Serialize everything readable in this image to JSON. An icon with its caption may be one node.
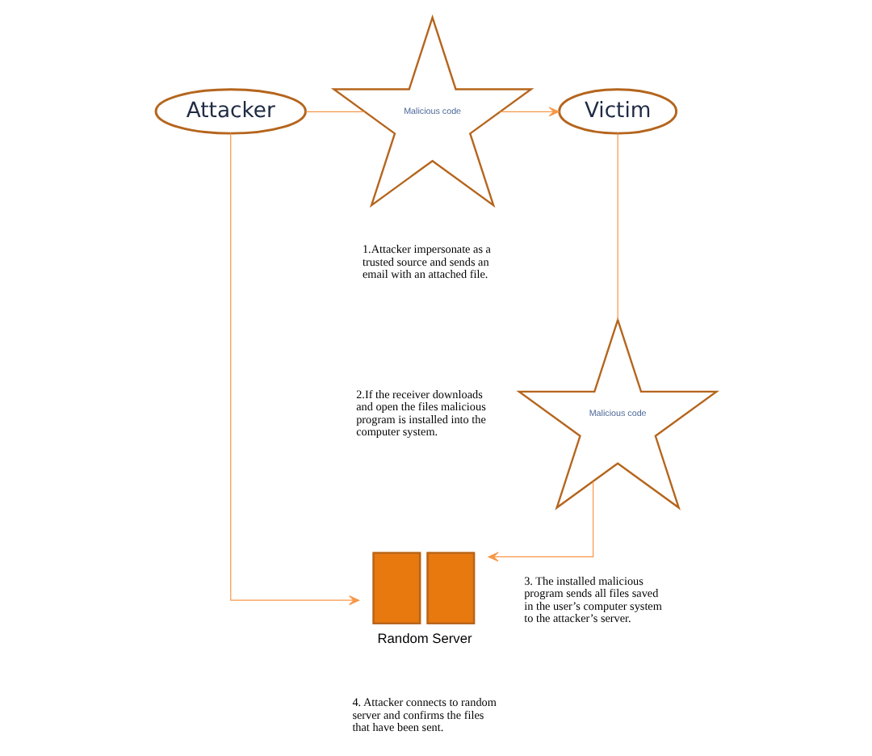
{
  "diagram": {
    "nodes": [
      {
        "text": [
          "Attacker"
        ]
      },
      {
        "text": [
          "Malicious code"
        ]
      },
      {
        "text": [
          "Victim"
        ]
      },
      {
        "text": [
          "Malicious code"
        ]
      },
      {
        "text": [
          "Random Server"
        ]
      }
    ],
    "edges": [
      {
        "from": 0,
        "to": 1,
        "arrow": "none"
      },
      {
        "from": 1,
        "to": 2,
        "arrow": "to"
      },
      {
        "from": 2,
        "to": 3,
        "arrow": "none"
      },
      {
        "from": 3,
        "to": 4,
        "arrow": "to"
      },
      {
        "from": 0,
        "to": 4,
        "arrow": "to"
      }
    ],
    "labels": [
      "1.Attacker impersonate as a trusted source and sends an email with an attached file.",
      "2.If the receiver downloads and open the files malicious program is installed into the computer system.",
      "3. The installed malicious program sends all files saved in the user’s computer system to the attacker’s server.",
      "4. Attacker connects to random server and confirms the files that have been sent."
    ]
  }
}
